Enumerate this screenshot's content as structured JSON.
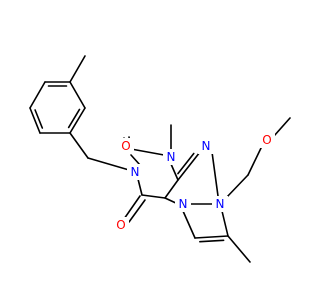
{
  "molecule": {
    "atom_labels": {
      "o_upper": "O",
      "o_lower": "O",
      "o_ether": "O",
      "n1": "N",
      "n3": "N",
      "n_ring_top": "N",
      "n_ring_mid": "N",
      "n_ring_right": "N"
    },
    "colors": {
      "bond": "#000000",
      "nitrogen": "#0000ff",
      "oxygen": "#ff0000"
    }
  }
}
